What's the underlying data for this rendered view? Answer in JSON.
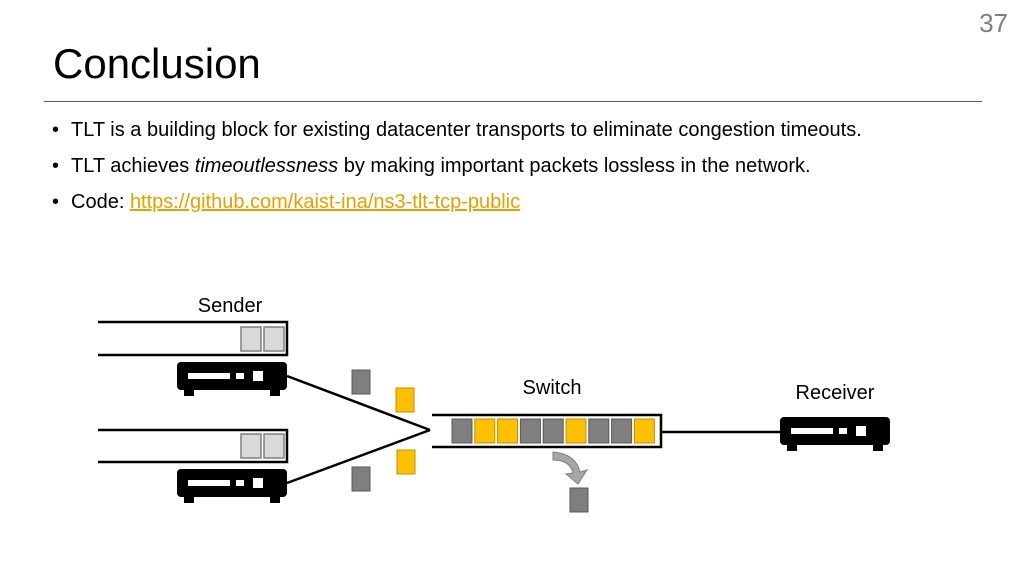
{
  "page_number": "37",
  "title": "Conclusion",
  "bullets": [
    {
      "text": "TLT is a building block for existing datacenter transports to eliminate congestion timeouts."
    },
    {
      "pre": "TLT achieves ",
      "em": "timeoutlessness",
      "post": " by making important packets lossless in the network."
    },
    {
      "pre": "Code: ",
      "link": "https://github.com/kaist-ina/ns3-tlt-tcp-public"
    }
  ],
  "diagram": {
    "sender_label": "Sender",
    "switch_label": "Switch",
    "receiver_label": "Receiver",
    "switch_queue": [
      "gray",
      "yellow",
      "yellow",
      "gray",
      "gray",
      "yellow",
      "gray",
      "gray",
      "yellow"
    ],
    "colors": {
      "gray_packet": "#7f7f7f",
      "yellow_packet": "#ffc000",
      "empty_slot": "#d9d9d9",
      "device": "#000000",
      "link_text": "#e6a000"
    }
  }
}
